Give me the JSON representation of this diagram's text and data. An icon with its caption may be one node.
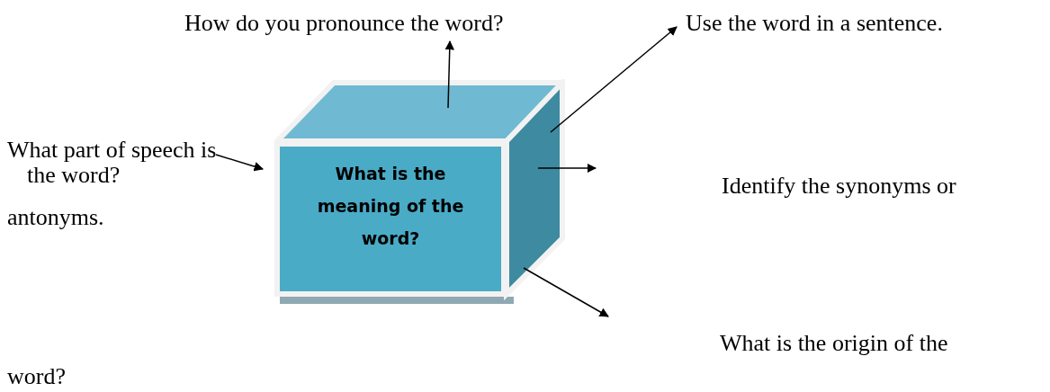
{
  "diagram": {
    "nodes": [
      {
        "text": [
          "How do you pronounce the word?"
        ]
      },
      {
        "text": [
          "Use the word in a sentence."
        ]
      },
      {
        "text": [
          "What part of speech is the word?"
        ]
      },
      {
        "text": [
          "What is the meaning of the word?"
        ]
      }
    ],
    "edges": [
      {
        "from": 3,
        "to": 0,
        "arrow": "to"
      },
      {
        "from": 3,
        "to": 1,
        "arrow": "to"
      },
      {
        "from": 2,
        "to": 3,
        "arrow": "to"
      },
      {
        "from": 3,
        "to": null,
        "arrow": "to"
      },
      {
        "from": 3,
        "to": null,
        "arrow": "to"
      }
    ],
    "labels": [
      "Identify the synonyms or",
      "antonyms.",
      "What is the origin of the",
      "word?"
    ]
  }
}
